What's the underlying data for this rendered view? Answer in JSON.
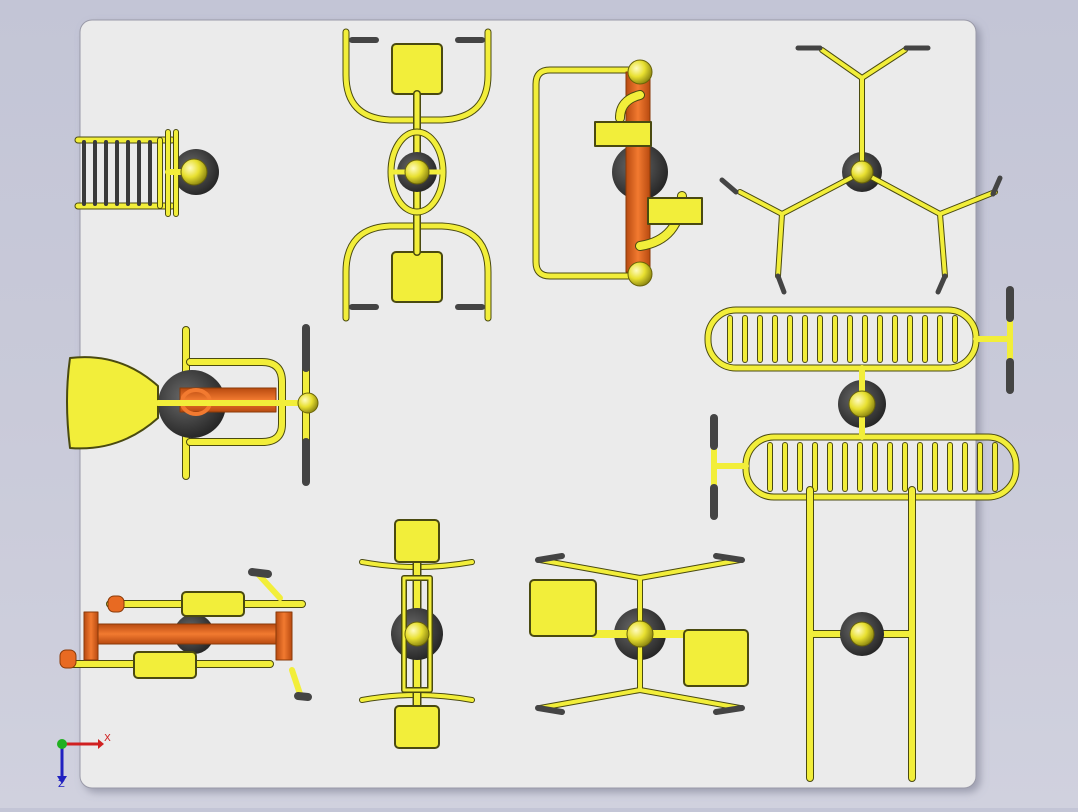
{
  "view": {
    "background_color": "#c5c7d8",
    "sheet_color": "#ebebeb",
    "part_color": "#f2ee3a",
    "accent_color": "#e86a22",
    "rubber_color": "#555555"
  },
  "equipment": [
    {
      "name": "ladder-climber"
    },
    {
      "name": "double-seat-swing-rider"
    },
    {
      "name": "standing-twister"
    },
    {
      "name": "multi-arm-rotator"
    },
    {
      "name": "saddle-rider"
    },
    {
      "name": "double-ladder-press"
    },
    {
      "name": "leg-press-rower"
    },
    {
      "name": "double-seat-pedal"
    },
    {
      "name": "double-seat-rotator"
    },
    {
      "name": "parallel-bars"
    }
  ],
  "triad": {
    "x_label": "X",
    "y_label": "",
    "z_label": "Z",
    "x_color": "#d02020",
    "y_color": "#20b020",
    "z_color": "#2020c0"
  }
}
